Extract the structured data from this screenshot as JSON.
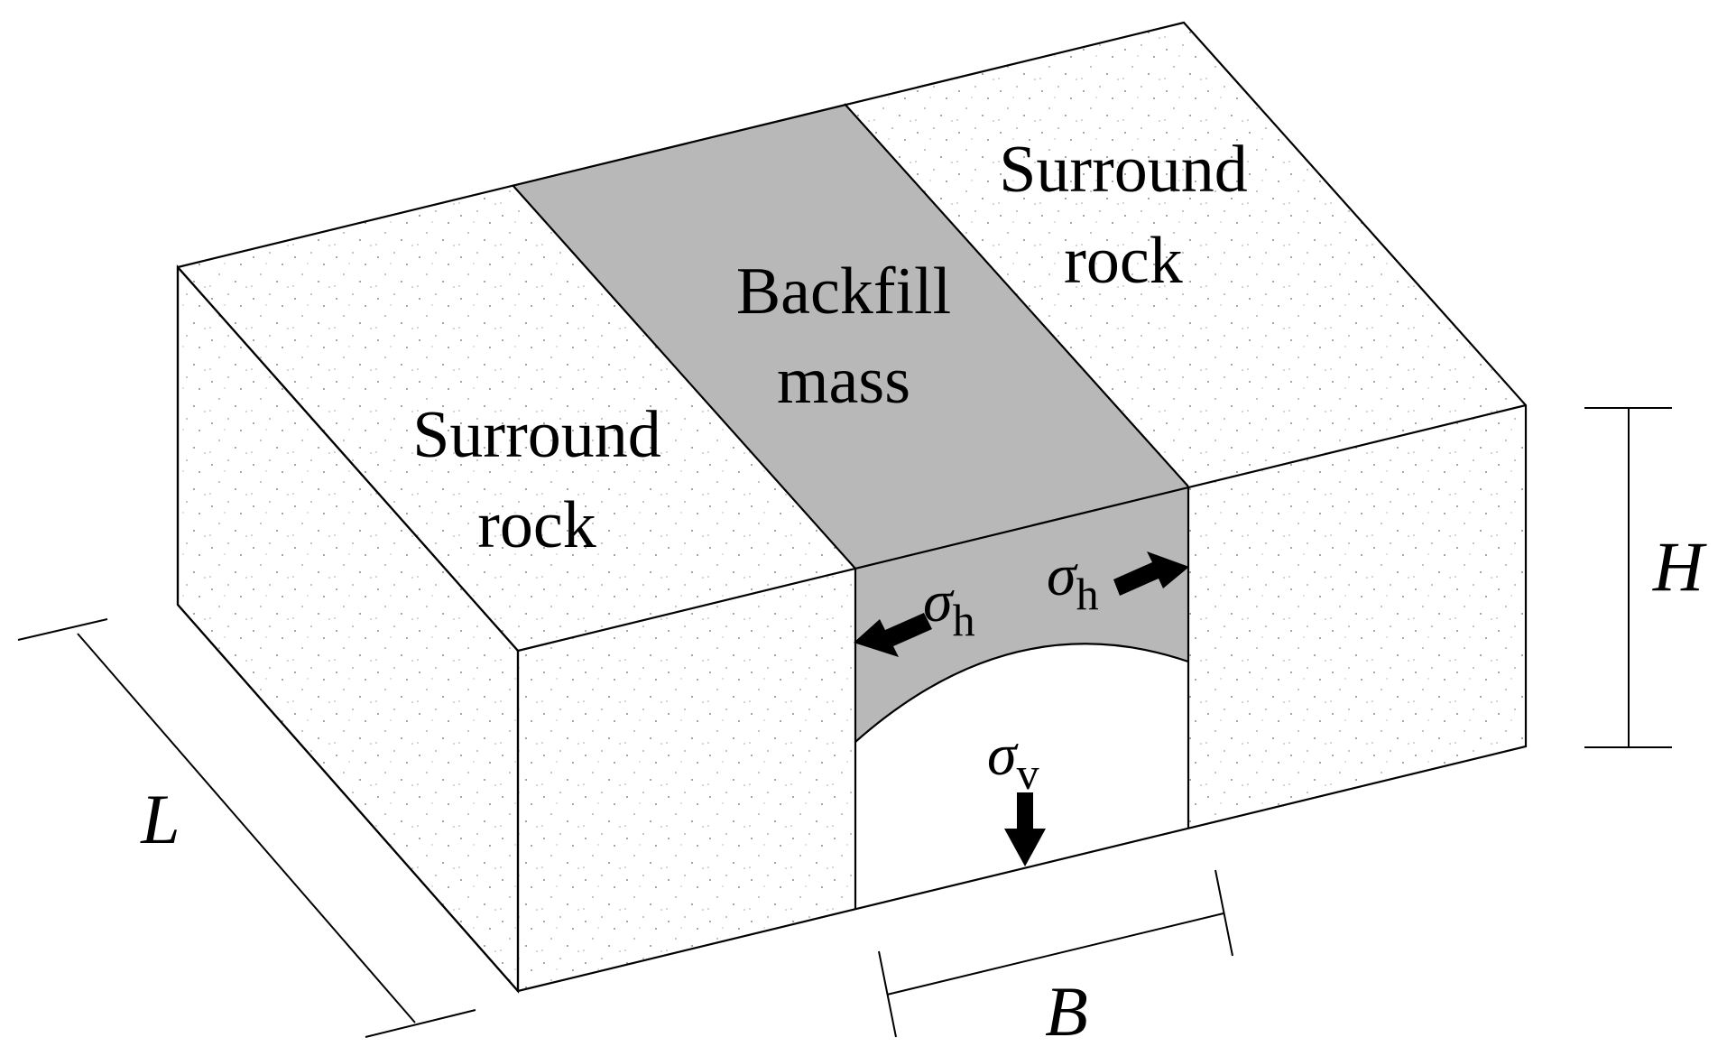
{
  "labels": {
    "surround_rock_right_line1": "Surround",
    "surround_rock_right_line2": "rock",
    "surround_rock_left_line1": "Surround",
    "surround_rock_left_line2": "rock",
    "backfill_line1": "Backfill",
    "backfill_line2": "mass"
  },
  "dimensions": {
    "length": "L",
    "height": "H",
    "width": "B"
  },
  "stresses": {
    "horizontal_symbol": "σ",
    "horizontal_subscript": "h",
    "vertical_symbol": "σ",
    "vertical_subscript": "v"
  },
  "colors": {
    "rock": "#ffffff",
    "backfill": "#b8b8b8",
    "line": "#000000"
  }
}
